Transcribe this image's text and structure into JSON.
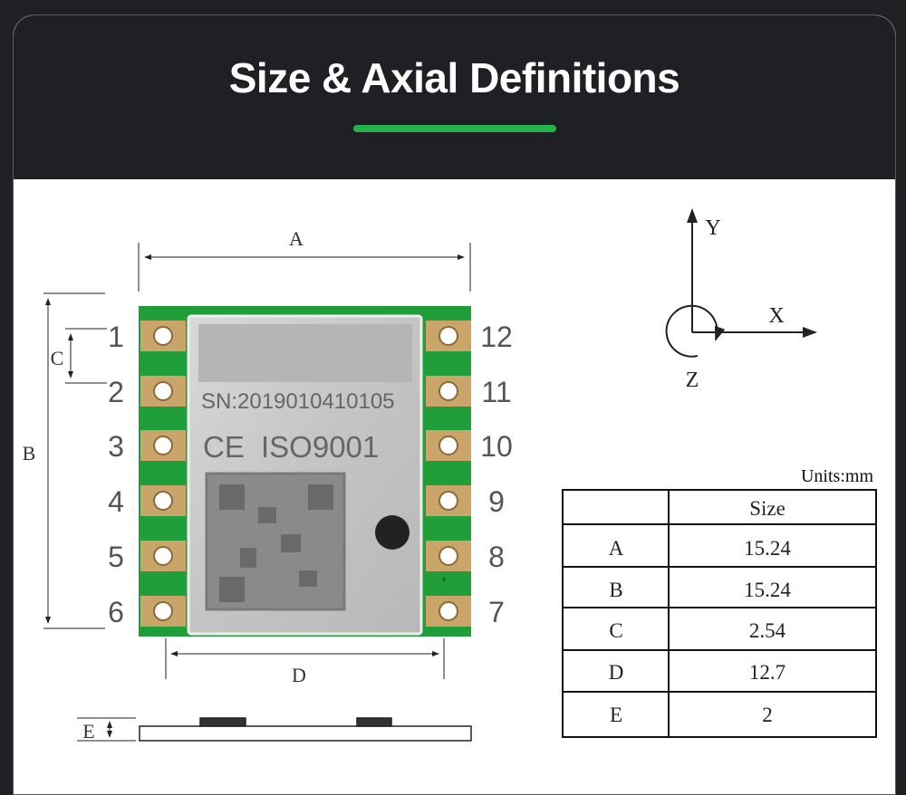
{
  "header": {
    "title": "Size & Axial Definitions",
    "accent_color": "#22b24c"
  },
  "module": {
    "serial": "SN:2019010410105",
    "ce_mark": "CE",
    "certification": "ISO9001",
    "pins_left": [
      "1",
      "2",
      "3",
      "4",
      "5",
      "6"
    ],
    "pins_right": [
      "12",
      "11",
      "10",
      "9",
      "8",
      "7"
    ]
  },
  "dimensions": {
    "a": "A",
    "b": "B",
    "c": "C",
    "d": "D",
    "e": "E"
  },
  "axes": {
    "x": "X",
    "y": "Y",
    "z": "Z"
  },
  "table": {
    "units": "Units:mm",
    "header": [
      "",
      "Size"
    ],
    "rows": [
      {
        "label": "A",
        "value": "15.24"
      },
      {
        "label": "B",
        "value": "15.24"
      },
      {
        "label": "C",
        "value": "2.54"
      },
      {
        "label": "D",
        "value": "12.7"
      },
      {
        "label": "E",
        "value": "2"
      }
    ]
  }
}
